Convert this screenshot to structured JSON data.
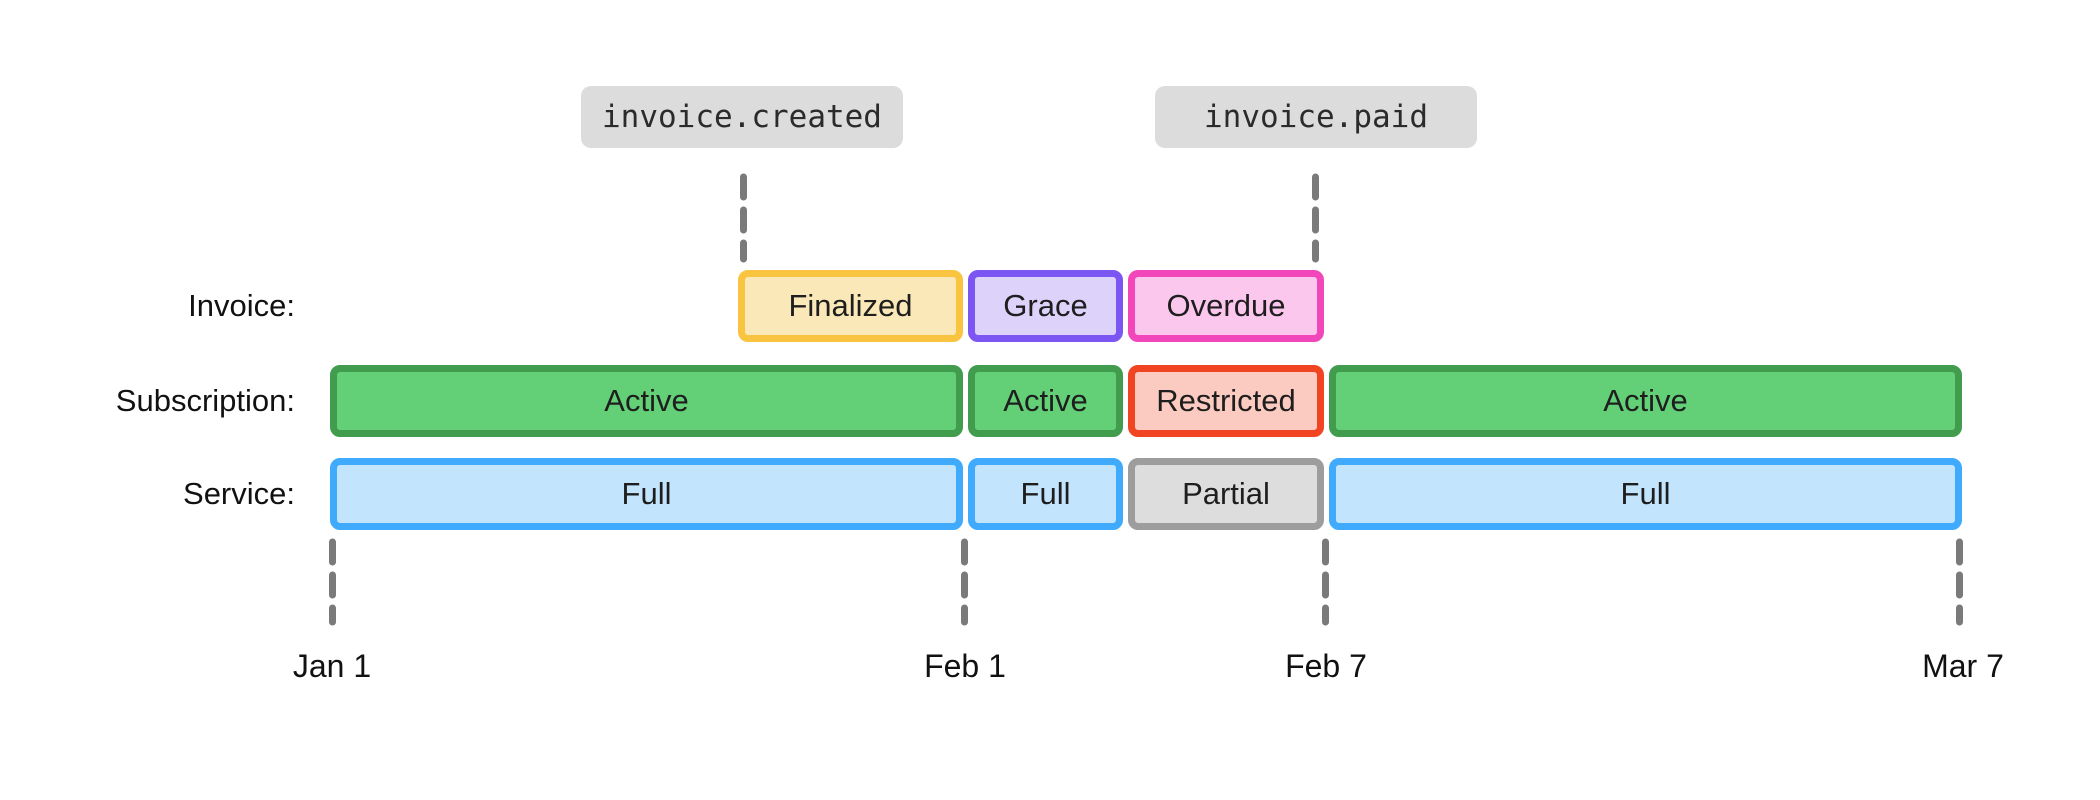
{
  "diagram": {
    "title_semantic": "invoice lifecycle timeline",
    "events": [
      {
        "label": "invoice.created"
      },
      {
        "label": "invoice.paid"
      }
    ],
    "rows": [
      {
        "label": "Invoice:",
        "segments": [
          {
            "label": "Finalized",
            "color": "yellow",
            "span": "Jan mid → Feb 1"
          },
          {
            "label": "Grace",
            "color": "purple",
            "span": "Feb 1 → Feb 4"
          },
          {
            "label": "Overdue",
            "color": "pink",
            "span": "Feb 4 → Feb 7"
          }
        ]
      },
      {
        "label": "Subscription:",
        "segments": [
          {
            "label": "Active",
            "color": "green",
            "span": "Jan 1 → Feb 1"
          },
          {
            "label": "Active",
            "color": "green",
            "span": "Feb 1 → Feb 4"
          },
          {
            "label": "Restricted",
            "color": "red",
            "span": "Feb 4 → Feb 7"
          },
          {
            "label": "Active",
            "color": "green",
            "span": "Feb 7 → Mar 7"
          }
        ]
      },
      {
        "label": "Service:",
        "segments": [
          {
            "label": "Full",
            "color": "blue",
            "span": "Jan 1 → Feb 1"
          },
          {
            "label": "Full",
            "color": "blue",
            "span": "Feb 1 → Feb 4"
          },
          {
            "label": "Partial",
            "color": "gray",
            "span": "Feb 4 → Feb 7"
          },
          {
            "label": "Full",
            "color": "blue",
            "span": "Feb 7 → Mar 7"
          }
        ]
      }
    ],
    "axis": {
      "ticks": [
        {
          "label": "Jan 1"
        },
        {
          "label": "Feb 1"
        },
        {
          "label": "Feb 7"
        },
        {
          "label": "Mar 7"
        }
      ]
    }
  },
  "palette": {
    "yellow-border": "#F9C43F",
    "yellow-fill": "#FBE8B8",
    "purple-border": "#7B56F2",
    "purple-fill": "#DDD2FA",
    "pink-border": "#F246BB",
    "pink-fill": "#FBC7ED",
    "green-border": "#419C4E",
    "green-fill": "#63D077",
    "red-border": "#F04423",
    "red-fill": "#FBCAC0",
    "blue-border": "#40AAFC",
    "blue-fill": "#C3E4FD",
    "gray-border": "#9D9D9D",
    "gray-fill": "#DDDDDD",
    "event-bg": "#DCDCDC",
    "event-text": "#2B2B2B",
    "dash": "#7A7A7A"
  }
}
